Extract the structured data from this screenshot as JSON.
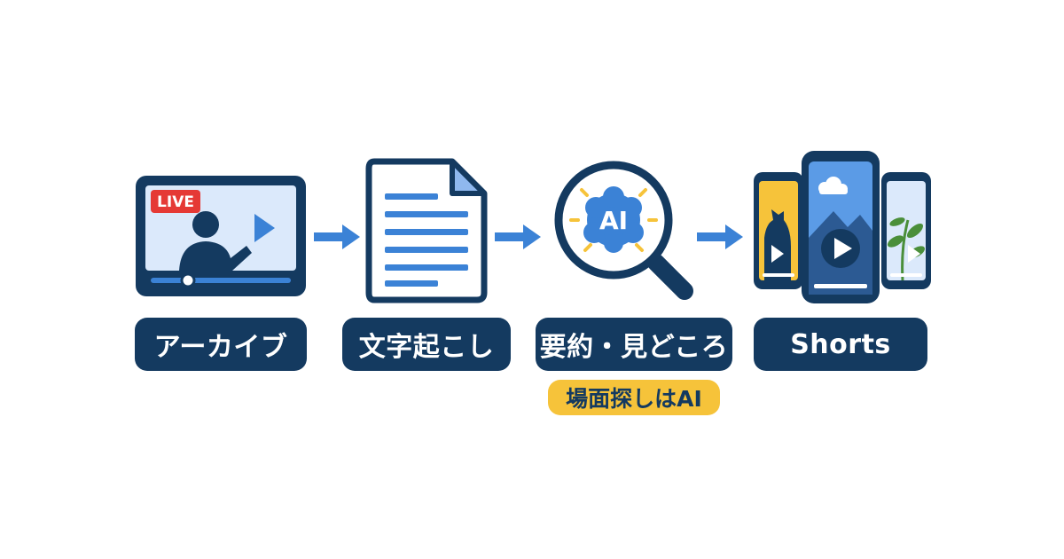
{
  "steps": [
    {
      "label": "アーカイブ"
    },
    {
      "label": "文字起こし"
    },
    {
      "label": "要約・見どころ"
    },
    {
      "label": "Shorts"
    }
  ],
  "archive": {
    "badge": "LIVE"
  },
  "ai": {
    "chip_text": "AI",
    "badge": "場面探しはAI"
  },
  "colors": {
    "navy": "#143a60",
    "blue": "#3b82d6",
    "light_blue": "#dbe9fb",
    "red": "#e53935",
    "yellow": "#f6c33a"
  }
}
